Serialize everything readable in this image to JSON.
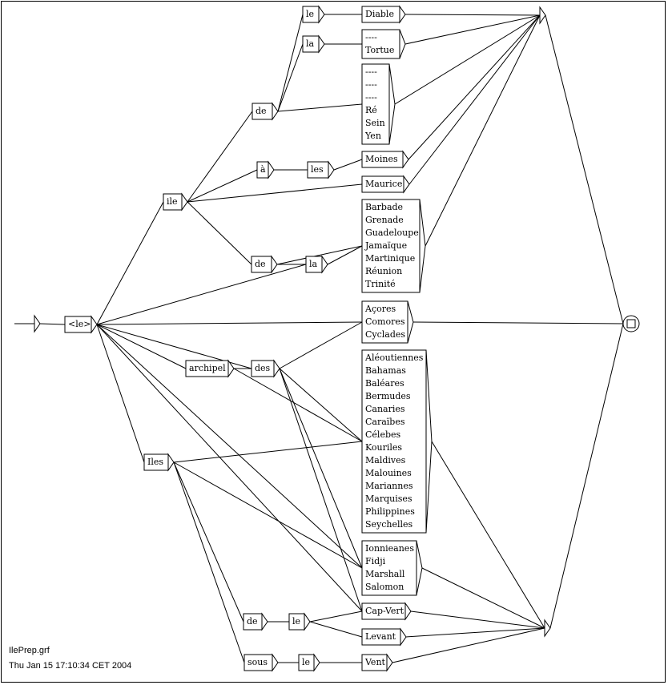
{
  "graph": {
    "filename": "IlePrep.grf",
    "date": "Thu Jan 15 17:10:34 CET 2004",
    "nodes": [
      {
        "id": "n_le_start",
        "lines": [
          "<le>"
        ]
      },
      {
        "id": "n_ile",
        "lines": [
          "ile"
        ]
      },
      {
        "id": "n_de_top",
        "lines": [
          "de"
        ]
      },
      {
        "id": "n_le_top",
        "lines": [
          "le"
        ]
      },
      {
        "id": "n_la_top",
        "lines": [
          "la"
        ]
      },
      {
        "id": "n_diable",
        "lines": [
          "Diable"
        ]
      },
      {
        "id": "n_tortue",
        "lines": [
          "----",
          "Tortue"
        ]
      },
      {
        "id": "n_re",
        "lines": [
          "----",
          "----",
          "----",
          "Ré",
          "Sein",
          "Yen"
        ]
      },
      {
        "id": "n_a",
        "lines": [
          "à"
        ]
      },
      {
        "id": "n_les",
        "lines": [
          "les"
        ]
      },
      {
        "id": "n_moines",
        "lines": [
          "Moines"
        ]
      },
      {
        "id": "n_maurice",
        "lines": [
          "Maurice"
        ]
      },
      {
        "id": "n_de_mid",
        "lines": [
          "de"
        ]
      },
      {
        "id": "n_la_mid",
        "lines": [
          "la"
        ]
      },
      {
        "id": "n_barbade",
        "lines": [
          "Barbade",
          "Grenade",
          "Guadeloupe",
          "Jamaïque",
          "Martinique",
          "Réunion",
          "Trinité"
        ]
      },
      {
        "id": "n_acores",
        "lines": [
          "Açores",
          "Comores",
          "Cyclades"
        ]
      },
      {
        "id": "n_archipel",
        "lines": [
          "archipel"
        ]
      },
      {
        "id": "n_des",
        "lines": [
          "des"
        ]
      },
      {
        "id": "n_aleout",
        "lines": [
          "Aléoutiennes",
          "Bahamas",
          "Baléares",
          "Bermudes",
          "Canaries",
          "Caraïbes",
          "Célebes",
          "Kouriles",
          "Maldives",
          "Malouines",
          "Mariannes",
          "Marquises",
          "Philippines",
          "Seychelles"
        ]
      },
      {
        "id": "n_iles",
        "lines": [
          "Iles"
        ]
      },
      {
        "id": "n_ionn",
        "lines": [
          "Ionnieanes",
          "Fidji",
          "Marshall",
          "Salomon"
        ]
      },
      {
        "id": "n_de_bot",
        "lines": [
          "de"
        ]
      },
      {
        "id": "n_le_bot",
        "lines": [
          "le"
        ]
      },
      {
        "id": "n_capvert",
        "lines": [
          "Cap-Vert"
        ]
      },
      {
        "id": "n_levant",
        "lines": [
          "Levant"
        ]
      },
      {
        "id": "n_sous",
        "lines": [
          "sous"
        ]
      },
      {
        "id": "n_le_sous",
        "lines": [
          "le"
        ]
      },
      {
        "id": "n_vent",
        "lines": [
          "Vent"
        ]
      }
    ],
    "edges": [
      [
        "start",
        "n_le_start"
      ],
      [
        "n_le_start",
        "n_ile"
      ],
      [
        "n_le_start",
        "n_la_mid"
      ],
      [
        "n_le_start",
        "n_acores"
      ],
      [
        "n_le_start",
        "n_archipel"
      ],
      [
        "n_le_start",
        "n_des"
      ],
      [
        "n_le_start",
        "n_iles"
      ],
      [
        "n_le_start",
        "n_ionn"
      ],
      [
        "n_le_start",
        "n_capvert"
      ],
      [
        "n_ile",
        "n_de_top"
      ],
      [
        "n_ile",
        "n_a"
      ],
      [
        "n_ile",
        "n_maurice"
      ],
      [
        "n_ile",
        "n_de_mid"
      ],
      [
        "n_de_top",
        "n_le_top"
      ],
      [
        "n_de_top",
        "n_la_top"
      ],
      [
        "n_de_top",
        "n_re"
      ],
      [
        "n_le_top",
        "n_diable"
      ],
      [
        "n_la_top",
        "n_tortue"
      ],
      [
        "n_a",
        "n_les"
      ],
      [
        "n_les",
        "n_moines"
      ],
      [
        "n_de_mid",
        "n_la_mid"
      ],
      [
        "n_de_mid",
        "n_barbade"
      ],
      [
        "n_la_mid",
        "n_barbade"
      ],
      [
        "n_archipel",
        "n_des"
      ],
      [
        "n_archipel",
        "n_aleout"
      ],
      [
        "n_des",
        "n_acores"
      ],
      [
        "n_des",
        "n_aleout"
      ],
      [
        "n_des",
        "n_ionn"
      ],
      [
        "n_des",
        "n_capvert"
      ],
      [
        "n_iles",
        "n_aleout"
      ],
      [
        "n_iles",
        "n_ionn"
      ],
      [
        "n_iles",
        "n_de_bot"
      ],
      [
        "n_iles",
        "n_sous"
      ],
      [
        "n_de_bot",
        "n_le_bot"
      ],
      [
        "n_le_bot",
        "n_capvert"
      ],
      [
        "n_le_bot",
        "n_levant"
      ],
      [
        "n_sous",
        "n_le_sous"
      ],
      [
        "n_le_sous",
        "n_vent"
      ],
      [
        "n_diable",
        "j_top"
      ],
      [
        "n_tortue",
        "j_top"
      ],
      [
        "n_re",
        "j_top"
      ],
      [
        "n_moines",
        "j_top"
      ],
      [
        "n_maurice",
        "j_top"
      ],
      [
        "n_barbade",
        "j_top"
      ],
      [
        "n_aleout",
        "j_bot"
      ],
      [
        "n_ionn",
        "j_bot"
      ],
      [
        "n_capvert",
        "j_bot"
      ],
      [
        "n_levant",
        "j_bot"
      ],
      [
        "n_vent",
        "j_bot"
      ],
      [
        "j_top",
        "final"
      ],
      [
        "j_bot",
        "final"
      ],
      [
        "n_acores",
        "final"
      ]
    ]
  }
}
